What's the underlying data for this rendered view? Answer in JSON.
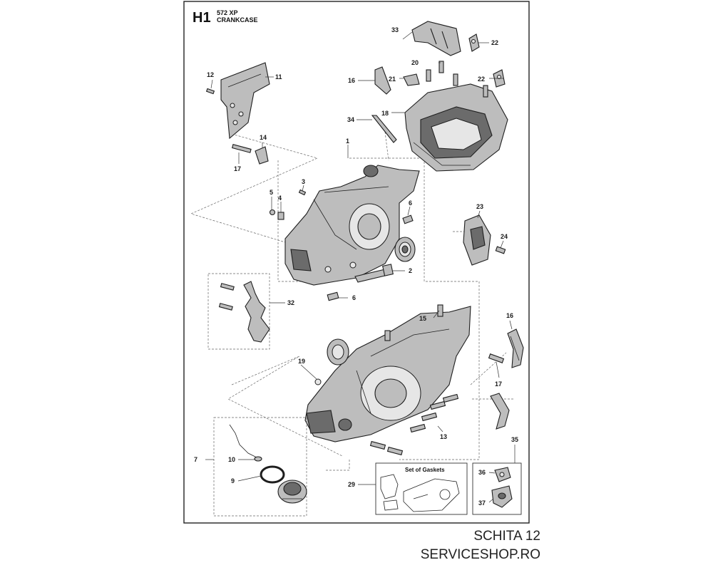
{
  "sheet": {
    "section_code": "H1",
    "model": "572 XP",
    "assembly": "CRANKCASE"
  },
  "gasket_box_title": "Set of Gaskets",
  "callouts": {
    "c1": "1",
    "c2": "2",
    "c3": "3",
    "c4": "4",
    "c5": "5",
    "c6a": "6",
    "c6b": "6",
    "c7": "7",
    "c9": "9",
    "c10": "10",
    "c11": "11",
    "c12": "12",
    "c13": "13",
    "c14": "14",
    "c15": "15",
    "c16a": "16",
    "c16b": "16",
    "c17a": "17",
    "c17b": "17",
    "c18": "18",
    "c19": "19",
    "c20": "20",
    "c21": "21",
    "c22a": "22",
    "c22b": "22",
    "c23": "23",
    "c24": "24",
    "c29": "29",
    "c32": "32",
    "c33": "33",
    "c34": "34",
    "c35": "35",
    "c36": "36",
    "c37": "37"
  },
  "footer": {
    "line1": "SCHITA 12",
    "line2": "SERVICESHOP.RO"
  }
}
